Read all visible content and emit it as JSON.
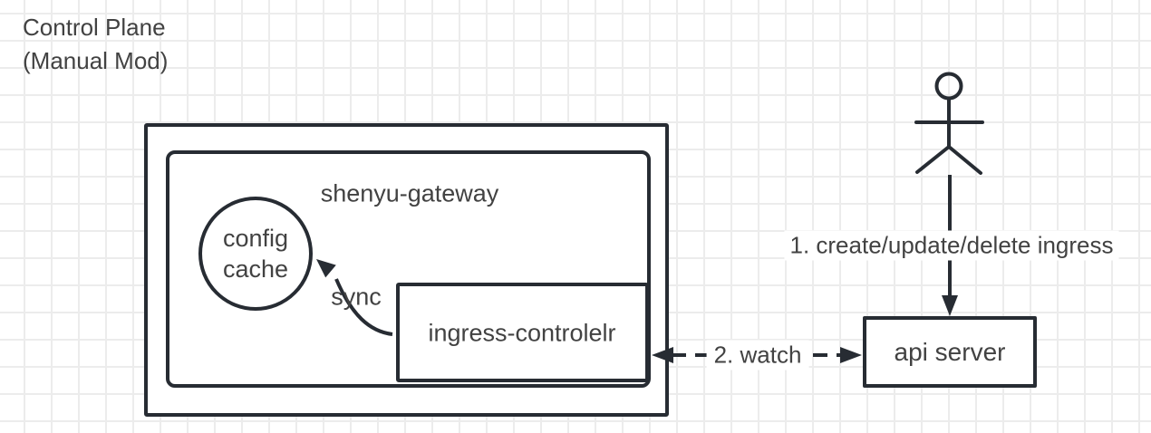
{
  "colors": {
    "stroke": "#272c33",
    "text": "#424242",
    "grid_line": "#ececec",
    "background": "#ffffff"
  },
  "title": {
    "line1": "Control Plane",
    "line2": "(Manual Mod)"
  },
  "nodes": {
    "gateway_container": "shenyu-gateway",
    "config_cache_line1": "config",
    "config_cache_line2": "cache",
    "ingress_controller": "ingress-controlelr",
    "api_server": "api server"
  },
  "edges": {
    "sync_label": "sync",
    "watch_label": "2. watch",
    "ingress_crud_label": "1. create/update/delete ingress"
  },
  "icons": {
    "actor": "stick-figure-actor"
  }
}
